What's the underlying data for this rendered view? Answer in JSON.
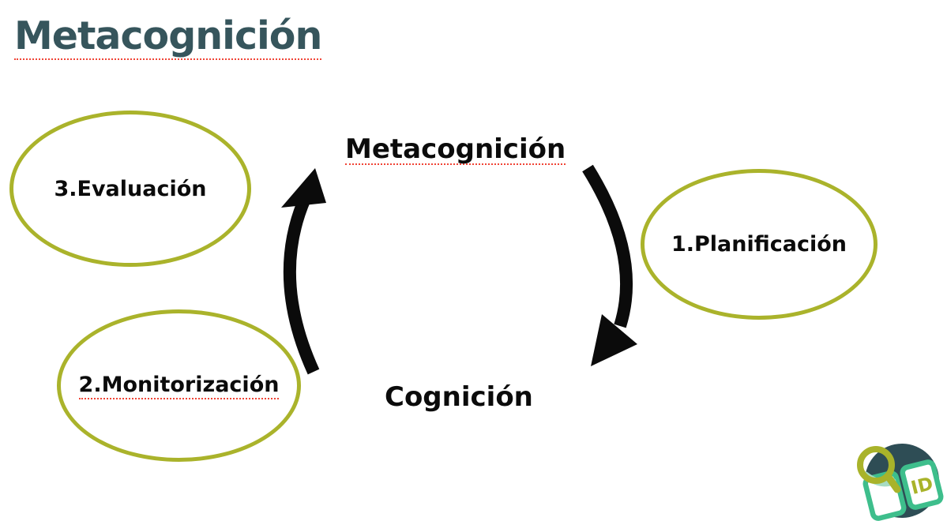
{
  "slide": {
    "title": "Metacognición"
  },
  "diagram": {
    "top_label": "Metacognición",
    "bottom_label": "Cognición",
    "nodes": [
      {
        "id": "evaluacion",
        "label": "3.Evaluación"
      },
      {
        "id": "monitorizacion",
        "label": "2.Monitorización"
      },
      {
        "id": "planificacion",
        "label": "1.Planificación"
      }
    ],
    "arrows": [
      {
        "id": "arrow-up",
        "direction": "cognicion-to-metacognicion"
      },
      {
        "id": "arrow-down",
        "direction": "metacognicion-to-cognicion"
      }
    ]
  },
  "logo": {
    "badge_text": "ID",
    "icons": [
      "magnifying-glass-icon",
      "open-book-icon"
    ]
  },
  "colors": {
    "title_text": "#36555C",
    "body_text": "#0B0B0B",
    "ellipse_stroke": "#AAB32B",
    "spellcheck_red": "#F04436",
    "logo_circle": "#2E4D55",
    "logo_book_green": "#3EBE8C",
    "logo_olive": "#A9B32A",
    "background": "#FFFFFF"
  }
}
